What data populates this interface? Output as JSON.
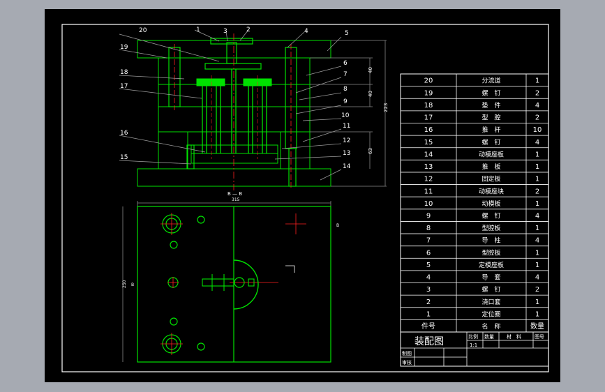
{
  "drawing": {
    "section_label": "B — B",
    "section_mark": "B",
    "width_dim": "315",
    "height_dim": "250",
    "dim_total": "223",
    "dim_a": "40",
    "dim_b": "40",
    "dim_c": "63",
    "callouts": [
      "1",
      "2",
      "3",
      "4",
      "5",
      "6",
      "7",
      "8",
      "9",
      "10",
      "11",
      "12",
      "13",
      "14",
      "15",
      "16",
      "17",
      "18",
      "19",
      "20"
    ]
  },
  "bom": {
    "rows": [
      {
        "no": "20",
        "name": "分流道",
        "qty": "1"
      },
      {
        "no": "19",
        "name": "螺　钉",
        "qty": "2"
      },
      {
        "no": "18",
        "name": "垫　件",
        "qty": "4"
      },
      {
        "no": "17",
        "name": "型　腔",
        "qty": "2"
      },
      {
        "no": "16",
        "name": "推　杆",
        "qty": "10"
      },
      {
        "no": "15",
        "name": "螺　钉",
        "qty": "4"
      },
      {
        "no": "14",
        "name": "动模座板",
        "qty": "1"
      },
      {
        "no": "13",
        "name": "推　板",
        "qty": "1"
      },
      {
        "no": "12",
        "name": "固定板",
        "qty": "1"
      },
      {
        "no": "11",
        "name": "动模座块",
        "qty": "2"
      },
      {
        "no": "10",
        "name": "动模板",
        "qty": "1"
      },
      {
        "no": "9",
        "name": "螺　钉",
        "qty": "4"
      },
      {
        "no": "8",
        "name": "型腔板",
        "qty": "1"
      },
      {
        "no": "7",
        "name": "导　柱",
        "qty": "4"
      },
      {
        "no": "6",
        "name": "型腔板",
        "qty": "1"
      },
      {
        "no": "5",
        "name": "定模座板",
        "qty": "1"
      },
      {
        "no": "4",
        "name": "导　套",
        "qty": "4"
      },
      {
        "no": "3",
        "name": "螺　钉",
        "qty": "2"
      },
      {
        "no": "2",
        "name": "浇口套",
        "qty": "1"
      },
      {
        "no": "1",
        "name": "定位圈",
        "qty": "1"
      }
    ],
    "header": {
      "no": "件号",
      "name": "名　称",
      "qty": "数量"
    }
  },
  "title_block": {
    "title": "装配图",
    "scale_label": "比例",
    "qty_label": "数量",
    "material_label": "材　料",
    "drawing_no_label": "图号",
    "scale_value": "1:1",
    "drawn_label": "制图",
    "checked_label": "审核"
  },
  "colors": {
    "background": "#000000",
    "frame": "#ffffff",
    "geometry": "#00e000",
    "hatch": "#00c000",
    "center_mark": "#ff0000",
    "page": "#a6aab2"
  }
}
